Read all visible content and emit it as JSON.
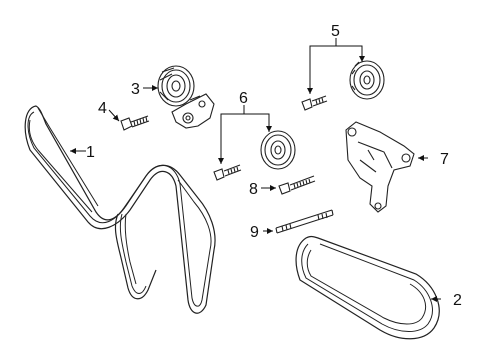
{
  "diagram": {
    "callouts": [
      {
        "id": "belt-main",
        "label": "1"
      },
      {
        "id": "belt-secondary",
        "label": "2"
      },
      {
        "id": "tensioner",
        "label": "3"
      },
      {
        "id": "tensioner-bolt",
        "label": "4"
      },
      {
        "id": "idler-upper",
        "label": "5"
      },
      {
        "id": "idler-lower",
        "label": "6"
      },
      {
        "id": "bracket",
        "label": "7"
      },
      {
        "id": "bolt-short",
        "label": "8"
      },
      {
        "id": "stud-long",
        "label": "9"
      }
    ]
  }
}
